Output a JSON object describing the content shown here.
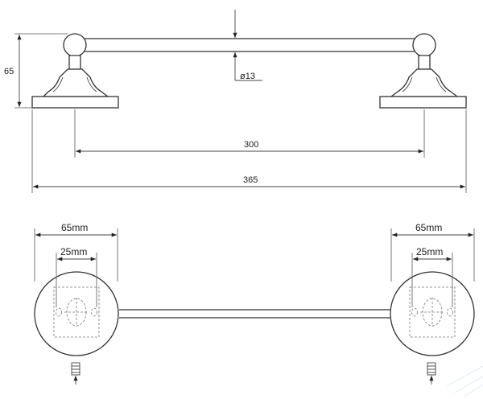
{
  "dimensions": {
    "height_side": "65",
    "rod_diameter": "ø13",
    "center_distance": "300",
    "overall_length": "365",
    "left_base_width": "65mm",
    "left_hole_spacing": "25mm",
    "right_base_width": "65mm",
    "right_hole_spacing": "25mm"
  }
}
